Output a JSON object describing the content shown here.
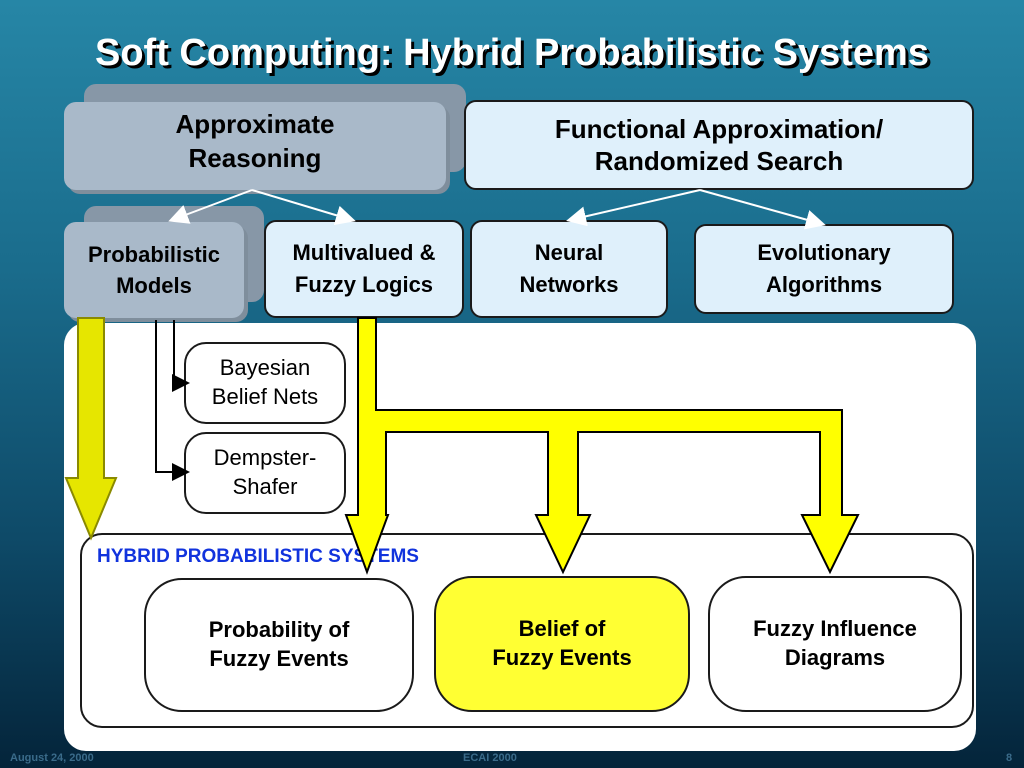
{
  "slide": {
    "title": "Soft Computing: Hybrid Probabilistic Systems"
  },
  "top": {
    "approx_reasoning": [
      "Approximate",
      "Reasoning"
    ],
    "functional": [
      "Functional Approximation/",
      "Randomized Search"
    ]
  },
  "mid": {
    "prob_models": [
      "Probabilistic",
      "Models"
    ],
    "multivalued": [
      "Multivalued &",
      "Fuzzy Logics"
    ],
    "neural": [
      "Neural",
      "Networks"
    ],
    "evolutionary": [
      "Evolutionary",
      "Algorithms"
    ]
  },
  "sub": {
    "bayesian": [
      "Bayesian",
      "Belief Nets"
    ],
    "dempster": [
      "Dempster-",
      "Shafer"
    ]
  },
  "hybrid": {
    "label": "HYBRID PROBABILISTIC SYSTEMS",
    "prob_fuzzy": [
      "Probability of",
      "Fuzzy Events"
    ],
    "belief_fuzzy": [
      "Belief of",
      "Fuzzy Events"
    ],
    "fuzzy_influence": [
      "Fuzzy Influence",
      "Diagrams"
    ]
  },
  "footer": {
    "date": "August 24, 2000",
    "venue": "ECAI 2000",
    "page": "8"
  },
  "colors": {
    "yellow": "#ffff00",
    "highlight_box": "#ffff33",
    "label_blue": "#1133dd"
  }
}
